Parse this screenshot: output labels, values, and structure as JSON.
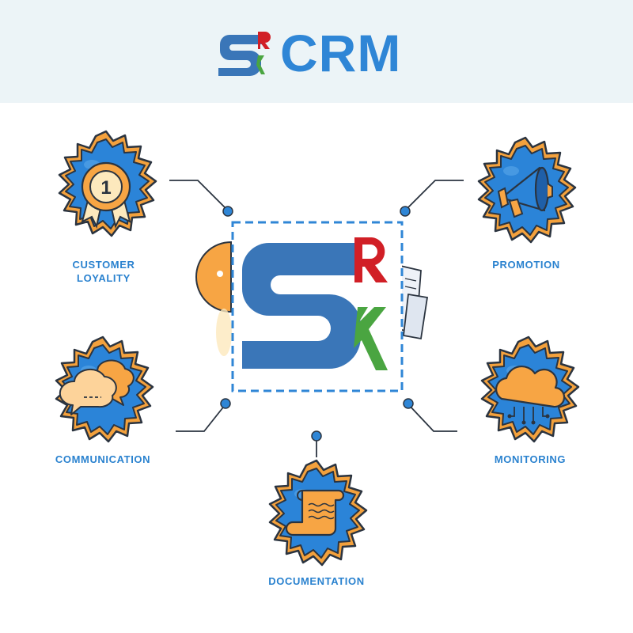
{
  "header": {
    "title": "CRM"
  },
  "nodes": {
    "customer_loyalty": {
      "label": "CUSTOMER\nLOYALITY",
      "badge_number": "1"
    },
    "promotion": {
      "label": "PROMOTION"
    },
    "communication": {
      "label": "COMMUNICATION"
    },
    "monitoring": {
      "label": "MONITORING"
    },
    "documentation": {
      "label": "DOCUMENTATION"
    }
  },
  "colors": {
    "header_bg": "#ecf4f7",
    "brand_blue": "#2f86d6",
    "logo_blue": "#3a76b8",
    "logo_red": "#d11f26",
    "logo_green": "#4aa541",
    "gear_fill": "#2b84d8",
    "gear_rim": "#f3a13d",
    "accent_orange": "#f7a544",
    "outline_dark": "#2b3440",
    "connector_blue": "#2f86d6"
  },
  "icons": {
    "logo": "sr-monogram-logo",
    "customer_loyalty": "medal-ribbon-icon",
    "promotion": "megaphone-icon",
    "communication": "chat-bubbles-icon",
    "monitoring": "cloud-network-icon",
    "documentation": "scroll-document-icon"
  }
}
